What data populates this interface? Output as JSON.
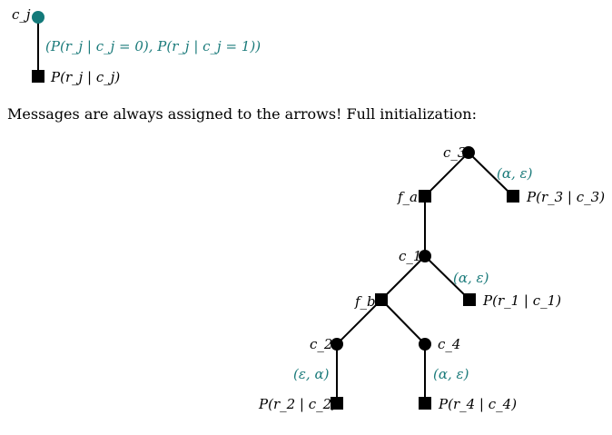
{
  "legend": {
    "variable_label": "c_j",
    "message_label": "(P(r_j | c_j = 0), P(r_j | c_j = 1))",
    "factor_label": "P(r_j | c_j)",
    "variable_color": "#137a7a",
    "message_color": "#1a7a7a"
  },
  "caption": "Messages are always assigned to the arrows! Full initialization:",
  "tree": {
    "node_color": "#000000",
    "variables": [
      {
        "id": "c3",
        "label": "c_3"
      },
      {
        "id": "c1",
        "label": "c_1"
      },
      {
        "id": "c2",
        "label": "c_2"
      },
      {
        "id": "c4",
        "label": "c_4"
      }
    ],
    "factors": [
      {
        "id": "fa",
        "label": "f_a"
      },
      {
        "id": "fb",
        "label": "f_b"
      },
      {
        "id": "p3",
        "label": "P(r_3 | c_3)"
      },
      {
        "id": "p1",
        "label": "P(r_1 | c_1)"
      },
      {
        "id": "p2",
        "label": "P(r_2 | c_2)"
      },
      {
        "id": "p4",
        "label": "P(r_4 | c_4)"
      }
    ],
    "edges": [
      {
        "from": "c3",
        "to": "fa"
      },
      {
        "from": "c3",
        "to": "p3",
        "message": "(α, ε)"
      },
      {
        "from": "fa",
        "to": "c1"
      },
      {
        "from": "c1",
        "to": "fb"
      },
      {
        "from": "c1",
        "to": "p1",
        "message": "(α, ε)"
      },
      {
        "from": "fb",
        "to": "c2"
      },
      {
        "from": "fb",
        "to": "c4"
      },
      {
        "from": "c2",
        "to": "p2",
        "message": "(ε, α)"
      },
      {
        "from": "c4",
        "to": "p4",
        "message": "(α, ε)"
      }
    ]
  }
}
